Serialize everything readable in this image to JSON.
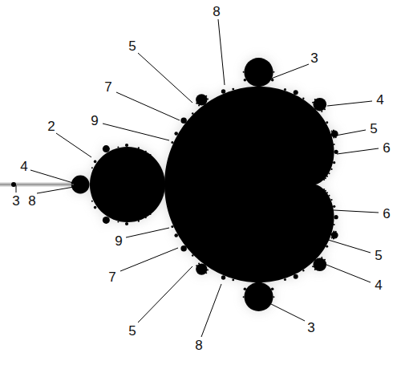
{
  "diagram": {
    "labels": [
      "8",
      "5",
      "3",
      "7",
      "4",
      "9",
      "2",
      "5",
      "6",
      "4",
      "3",
      "8",
      "6",
      "9",
      "5",
      "7",
      "4",
      "3",
      "5",
      "8"
    ]
  }
}
